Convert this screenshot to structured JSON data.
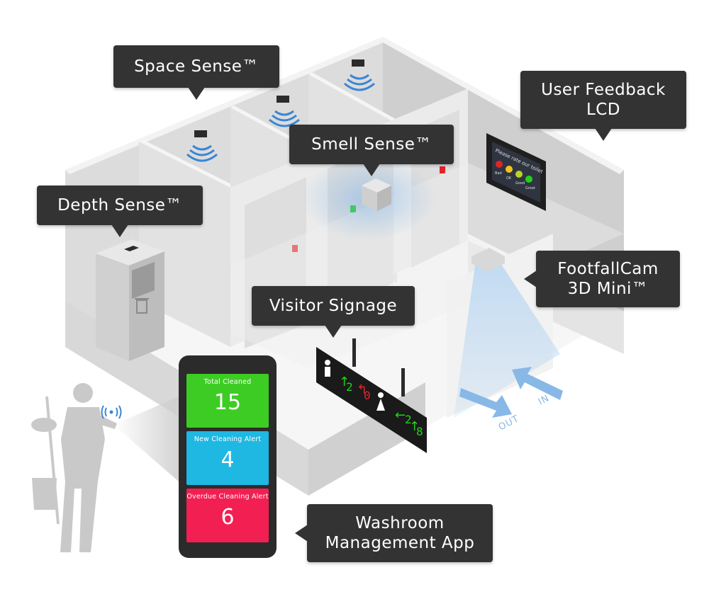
{
  "callouts": {
    "space_sense": "Space Sense™",
    "smell_sense": "Smell Sense™",
    "depth_sense": "Depth Sense™",
    "user_feedback": "User Feedback\nLCD",
    "footfallcam": "FootfallCam\n3D Mini™",
    "visitor_signage": "Visitor Signage",
    "washroom_app": "Washroom\nManagement App"
  },
  "app_tiles": [
    {
      "label": "Total Cleaned",
      "value": "15",
      "color": "#3dcc24"
    },
    {
      "label": "New Cleaning Alert",
      "value": "4",
      "color": "#1eb8e2"
    },
    {
      "label": "Overdue Cleaning Alert",
      "value": "6",
      "color": "#f21f52"
    }
  ],
  "feedback_screen": {
    "prompt": "Please rate our toilet",
    "ratings": [
      "Bad",
      "OK",
      "Good",
      "Great"
    ]
  },
  "signage": {
    "men_left_value": "2",
    "men_right_value": "0",
    "women_left_value": "2",
    "women_right_value": "8"
  },
  "flow_labels": {
    "out": "OUT",
    "in": "IN"
  },
  "colors": {
    "callout_bg": "#333333",
    "sensor_wave": "#3a86d4",
    "wall": "#e6e6e6",
    "sign_green": "#22d21a",
    "sign_red": "#e2232a"
  }
}
